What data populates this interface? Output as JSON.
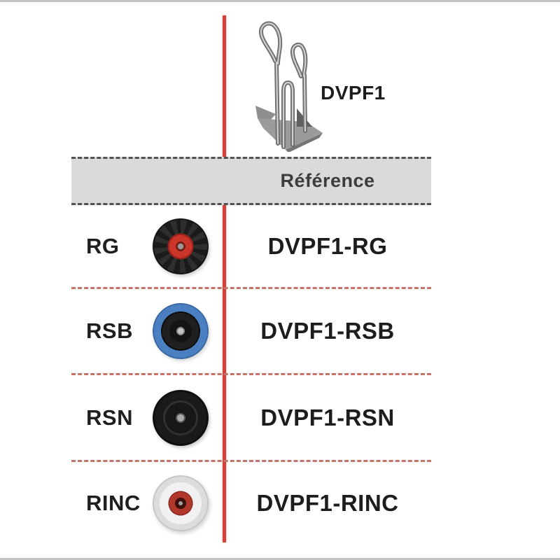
{
  "product": {
    "model": "DVPF1",
    "illustration": "hand-truck-line-drawing"
  },
  "header": {
    "reference_label": "Référence"
  },
  "rows": [
    {
      "code": "RG",
      "reference": "DVPF1-RG",
      "wheel_icon": "wheel-black-tire-red-hub"
    },
    {
      "code": "RSB",
      "reference": "DVPF1-RSB",
      "wheel_icon": "wheel-blue-tire-black-hub"
    },
    {
      "code": "RSN",
      "reference": "DVPF1-RSN",
      "wheel_icon": "wheel-black-tire-black-hub"
    },
    {
      "code": "RINC",
      "reference": "DVPF1-RINC",
      "wheel_icon": "wheel-white-tire-red-hub"
    }
  ],
  "colors": {
    "divider_red": "#d2423b",
    "row_separator_red": "#c4736b",
    "header_band_gray": "#dadada",
    "header_dash_dark": "#525252",
    "text_dark": "#1d1d1d",
    "wheel_red": "#cc352a",
    "wheel_blue": "#4a80c2",
    "truck_gray": "#8a8a8a"
  }
}
